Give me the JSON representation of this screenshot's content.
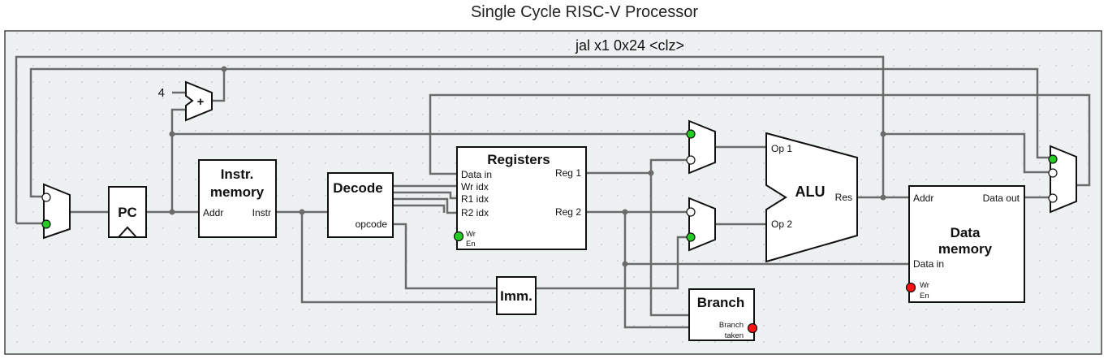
{
  "title": "Single Cycle RISC-V Processor",
  "instruction": "jal x1 0x24 <clz>",
  "constant_four": "4",
  "adder_symbol": "+",
  "blocks": {
    "pc": "PC",
    "instr_memory": {
      "line1": "Instr.",
      "line2": "memory",
      "addr": "Addr",
      "instr": "Instr"
    },
    "decode": {
      "title": "Decode",
      "opcode": "opcode"
    },
    "registers": {
      "title": "Registers",
      "data_in": "Data in",
      "wr_idx": "Wr idx",
      "r1_idx": "R1 idx",
      "r2_idx": "R2 idx",
      "reg1": "Reg 1",
      "reg2": "Reg 2",
      "wr": "Wr",
      "en": "En"
    },
    "imm": "Imm.",
    "alu": {
      "title": "ALU",
      "op1": "Op 1",
      "op2": "Op 2",
      "res": "Res"
    },
    "branch": {
      "title": "Branch",
      "taken1": "Branch",
      "taken2": "taken"
    },
    "data_memory": {
      "line1": "Data",
      "line2": "memory",
      "addr": "Addr",
      "data_out": "Data out",
      "data_in": "Data in",
      "wr": "Wr",
      "en": "En"
    }
  },
  "colors": {
    "wire": "#6b6b6b",
    "active": "#22cc22",
    "inactive": "#ff1111",
    "background": "#eef1f2"
  }
}
